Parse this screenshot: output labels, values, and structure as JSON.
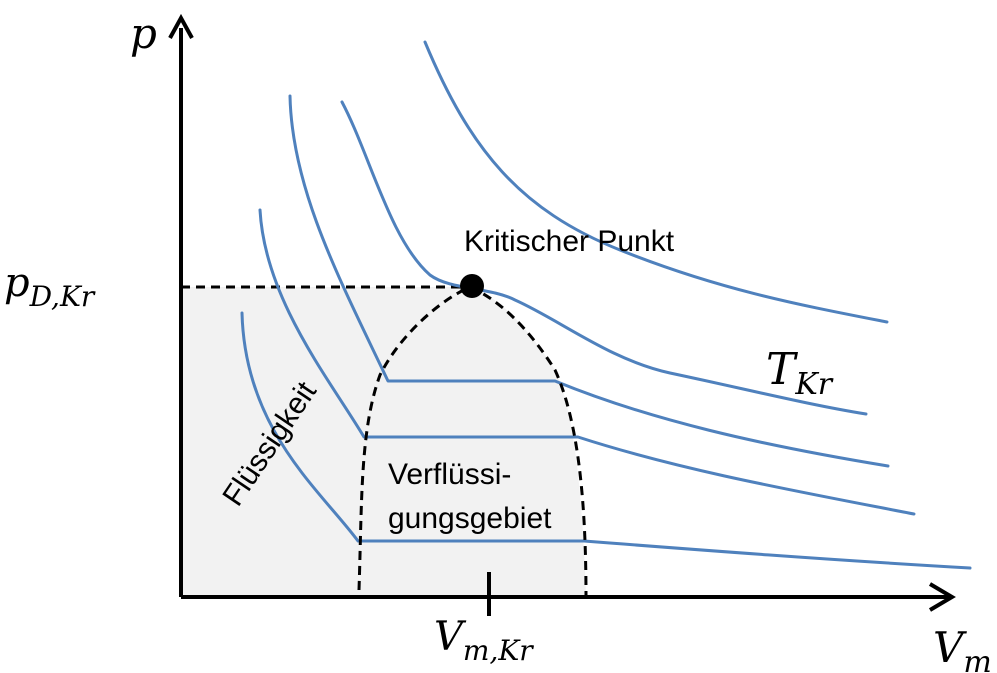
{
  "axes": {
    "y_label": {
      "main": "p",
      "sub": ""
    },
    "x_label": {
      "main": "V",
      "sub": "m"
    },
    "p_crit_label": {
      "main": "p",
      "sub": "D,Kr"
    },
    "v_crit_label": {
      "main": "V",
      "sub": "m,Kr"
    }
  },
  "labels": {
    "critical_point": "Kritischer Punkt",
    "liquid": "Flüssigkeit",
    "condensation_line1": "Verflüssi-",
    "condensation_line2": "gungsgebiet",
    "t_crit": {
      "main": "T",
      "sub": "Kr"
    }
  },
  "colors": {
    "isotherm": "#4f81bd",
    "region_fill": "#f2f2f2",
    "axis": "#000000"
  }
}
